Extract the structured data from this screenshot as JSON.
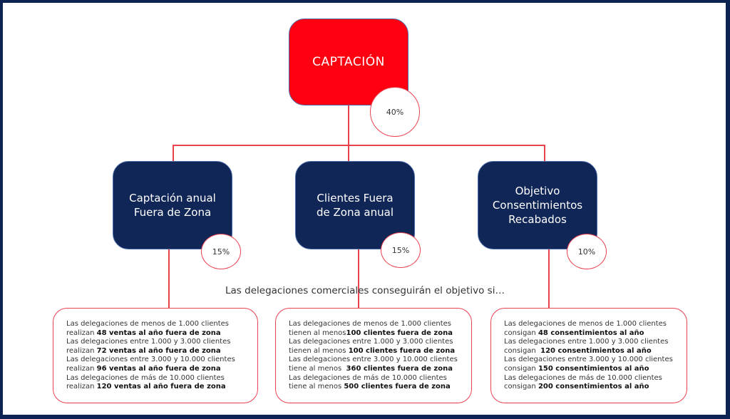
{
  "root": {
    "title": "CAPTACIÓN",
    "weight": "40%"
  },
  "branches": [
    {
      "title": "Captación anual Fuera de Zona",
      "weight": "15%"
    },
    {
      "title": "Clientes Fuera de Zona anual",
      "weight": "15%"
    },
    {
      "title": "Objetivo Consentimientos Recabados",
      "weight": "10%"
    }
  ],
  "condition_label": "Las delegaciones comerciales conseguirán el objetivo si…",
  "details": [
    {
      "rows": [
        {
          "line1": "Las delegaciones de menos de 1.000 clientes",
          "prefix": "realizan ",
          "bold": "48 ventas al año fuera de zona"
        },
        {
          "line1": "Las delegaciones entre 1.000 y 3.000 clientes",
          "prefix": "realizan ",
          "bold": "72 ventas al año fuera de zona"
        },
        {
          "line1": "Las delegaciones entre 3.000 y 10.000 clientes",
          "prefix": "realizan ",
          "bold": "96 ventas al año fuera de zona"
        },
        {
          "line1": "Las delegaciones de más de 10.000 clientes",
          "prefix": "realizan ",
          "bold": "120 ventas al año fuera de zona"
        }
      ]
    },
    {
      "rows": [
        {
          "line1": "Las delegaciones de menos de 1.000 clientes",
          "prefix": "tienen al menos",
          "bold": "100 clientes fuera de zona"
        },
        {
          "line1": "Las delegaciones entre 1.000 y 3.000 clientes",
          "prefix": "tienen al menos ",
          "bold": "100 clientes fuera de zona"
        },
        {
          "line1": "Las delegaciones entre 3.000 y 10.000 clientes",
          "prefix": "tiene al menos  ",
          "bold": "360 clientes fuera de zona"
        },
        {
          "line1": "Las delegaciones de más de 10.000 clientes",
          "prefix": "tiene al menos ",
          "bold": "500 clientes fuera de zona"
        }
      ]
    },
    {
      "rows": [
        {
          "line1": "Las delegaciones de menos de 1.000 clientes",
          "prefix": "consigan ",
          "bold": "48 consentimientos al año"
        },
        {
          "line1": "Las delegaciones entre 1.000 y 3.000 clientes",
          "prefix": "consigan  ",
          "bold": "120 consentimientos al año"
        },
        {
          "line1": "Las delegaciones entre 3.000 y 10.000 clientes",
          "prefix": "consigan ",
          "bold": "150 consentimientos al año"
        },
        {
          "line1": "Las delegaciones de más de 10.000 clientes",
          "prefix": "consigan ",
          "bold": "200 consentimientos al año"
        }
      ]
    }
  ],
  "colors": {
    "root": "#ff0010",
    "branch": "#102656",
    "connector": "#e8424f",
    "frame": "#0d2453"
  }
}
